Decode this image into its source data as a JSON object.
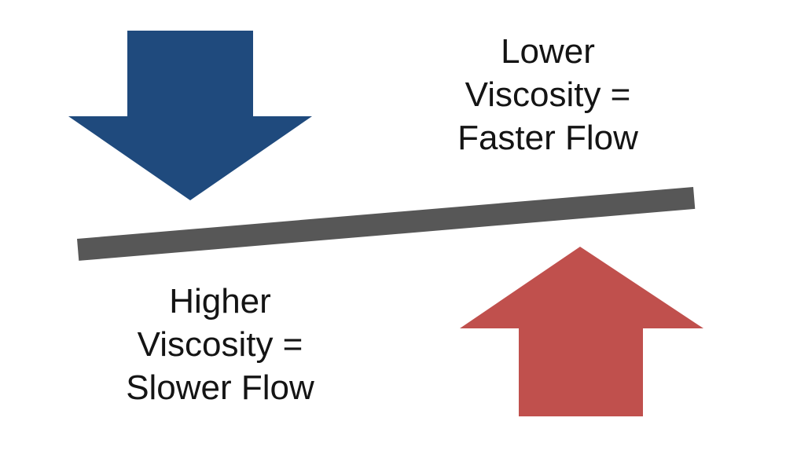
{
  "background_color": "#ffffff",
  "shapes": {
    "down_arrow": {
      "color": "#1f4a7d",
      "direction": "down"
    },
    "up_arrow": {
      "color": "#c0504d",
      "direction": "up"
    },
    "ramp": {
      "color": "#575757"
    }
  },
  "labels": {
    "lower_viscosity": {
      "color": "#141414",
      "lines": [
        "Lower",
        "Viscosity =",
        "Faster Flow"
      ]
    },
    "higher_viscosity": {
      "color": "#141414",
      "lines": [
        "Higher",
        "Viscosity =",
        "Slower Flow"
      ]
    }
  }
}
